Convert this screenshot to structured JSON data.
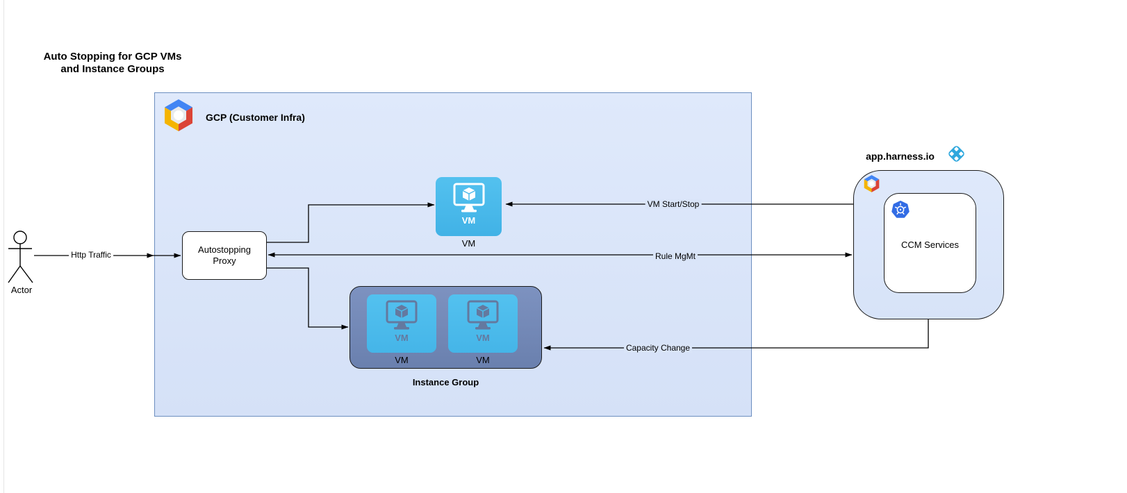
{
  "title": {
    "line1": "Auto Stopping for GCP VMs",
    "line2": "and Instance Groups"
  },
  "actor": {
    "label": "Actor"
  },
  "gcp": {
    "label": "GCP (Customer Infra)"
  },
  "proxy": {
    "line1": "Autostopping",
    "line2": "Proxy"
  },
  "vm": {
    "icon_label": "VM",
    "label": "VM"
  },
  "instance_group": {
    "label": "Instance Group",
    "vms": [
      {
        "icon_label": "VM",
        "label": "VM"
      },
      {
        "icon_label": "VM",
        "label": "VM"
      }
    ]
  },
  "harness": {
    "title": "app.harness.io",
    "ccm_label": "CCM Services"
  },
  "edges": {
    "http_traffic": "Http Traffic",
    "vm_start_stop": "VM Start/Stop",
    "rule_mgmt": "Rule MgMt",
    "capacity_change": "Capacity Change"
  },
  "colors": {
    "gcp_fill": "#dbe7fa",
    "gcp_border": "#6c8ebf",
    "vm_fill": "#4dbbeb",
    "instance_group_fill": "#7189b7",
    "harness_blue": "#2ea7dd",
    "kubernetes_blue": "#326ce5",
    "google_blue": "#4285f4",
    "google_red": "#db4437",
    "google_yellow": "#f4b400",
    "line_color": "#000000"
  }
}
